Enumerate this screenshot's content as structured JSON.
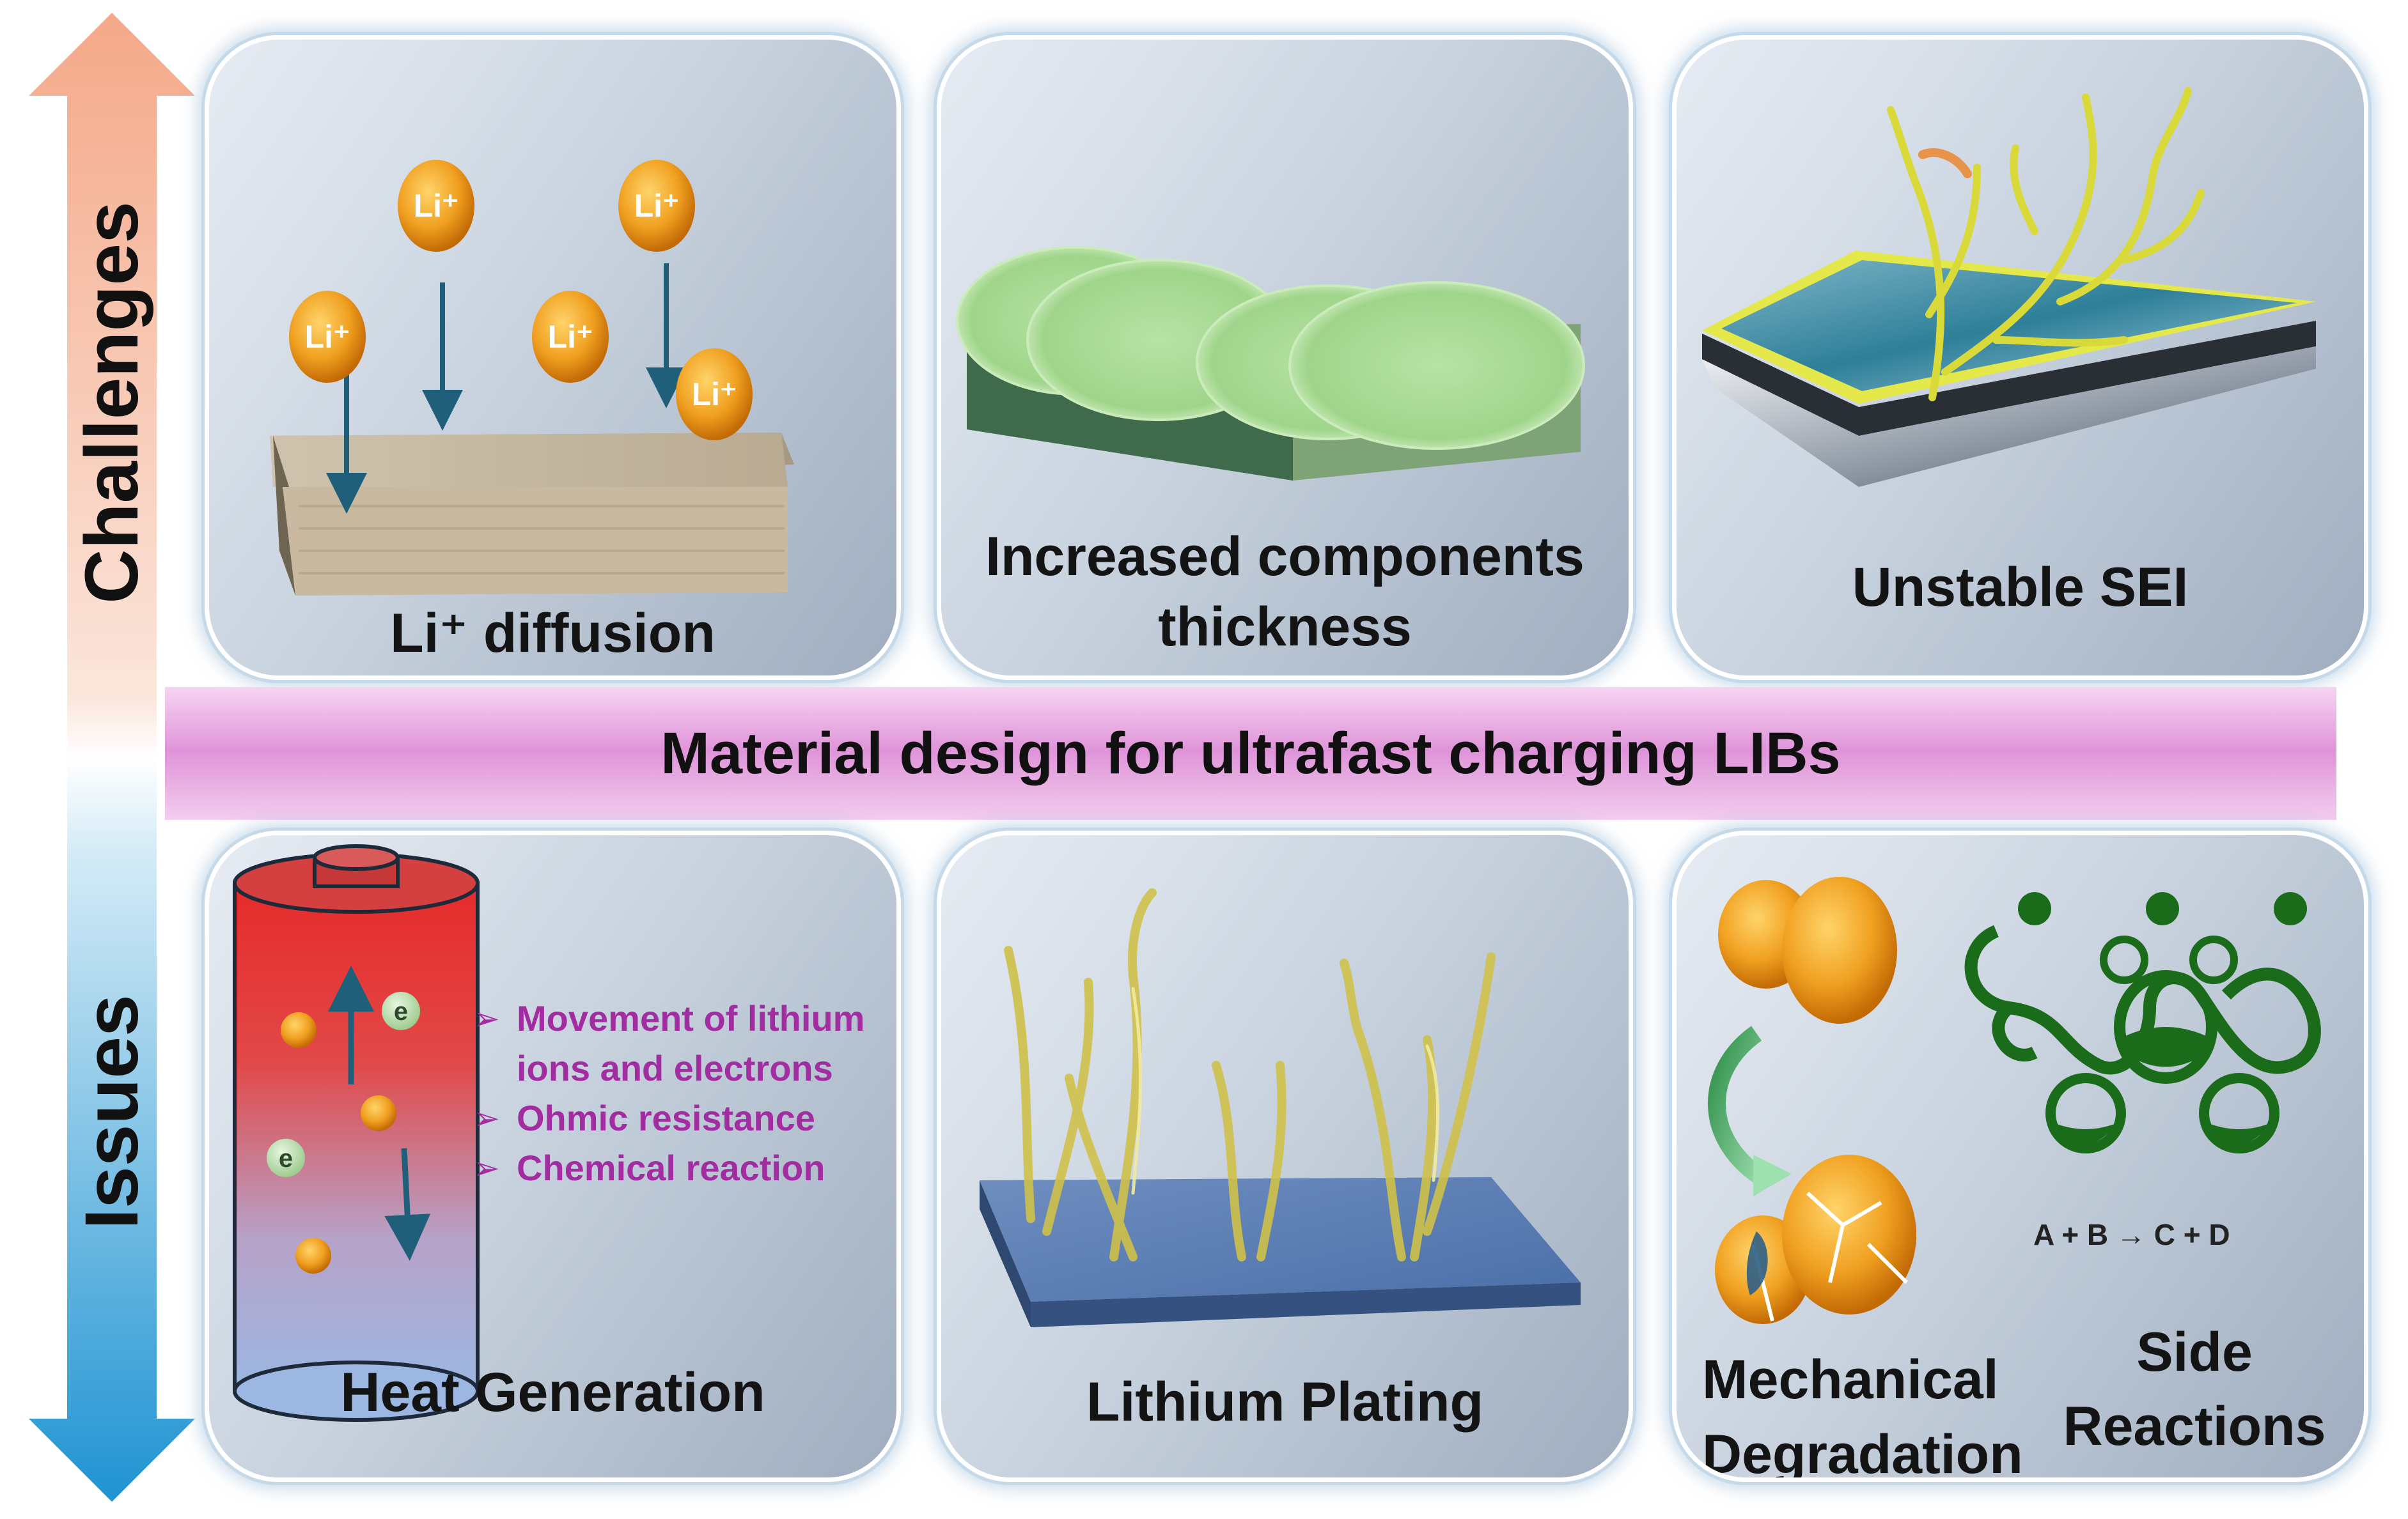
{
  "axis": {
    "top_label": "Challenges",
    "bottom_label": "Issues",
    "top_color": "#f4a888",
    "bottom_color": "#2596d4"
  },
  "banner": {
    "text": "Material design for ultrafast charging LIBs",
    "color": "#df94d9"
  },
  "panels": {
    "li_diffusion": {
      "caption": "Li⁺ diffusion",
      "ion_label": "Li⁺"
    },
    "thickness": {
      "caption_line1": "Increased components",
      "caption_line2": "thickness"
    },
    "sei": {
      "caption": "Unstable SEI"
    },
    "heat": {
      "caption": "Heat Generation",
      "electron_label": "e",
      "bullets": [
        "Movement of lithium ions and electrons",
        "Ohmic resistance",
        "Chemical reaction"
      ]
    },
    "plating": {
      "caption": "Lithium Plating"
    },
    "mech_side": {
      "mech_line1": "Mechanical",
      "mech_line2": "Degradation",
      "side_line1": "Side",
      "side_line2": "Reactions",
      "equation": "A + B → C + D"
    }
  },
  "colors": {
    "ion_orange": "#f0a020",
    "arrow_teal": "#1f5f7a",
    "film_green": "#a9d89a",
    "dendrite_yellow": "#d4cc30",
    "battery_red": "#e62a2a",
    "battery_blue": "#9bb7e2",
    "bullet_purple": "#a22da1",
    "side_reaction_green": "#1a6b1a"
  }
}
